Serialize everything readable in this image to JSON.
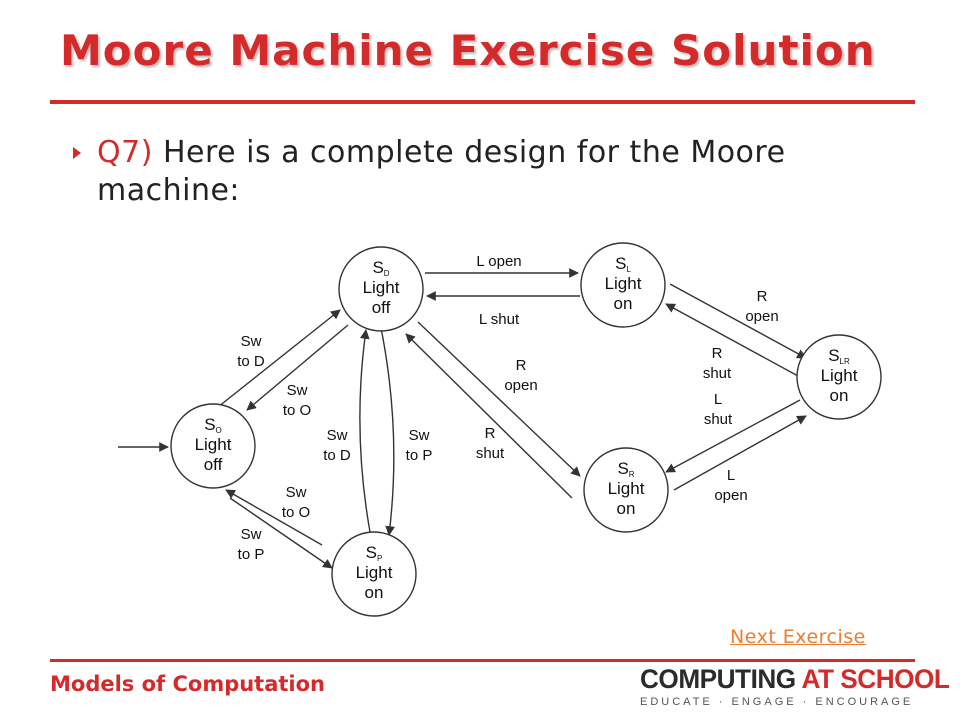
{
  "slide": {
    "title": "Moore Machine Exercise Solution",
    "question_number": "Q7)",
    "question_text": " Here is a complete design for the Moore machine:",
    "next_link": "Next Exercise",
    "footer_left": "Models of Computation"
  },
  "logo": {
    "main_a": "COMPUTING ",
    "main_b": "AT SCHOOL",
    "tagline": "EDUCATE · ENGAGE · ENCOURAGE"
  },
  "colors": {
    "accent": "#d42a2a",
    "link": "#ec7d2f",
    "text": "#222222"
  },
  "diagram": {
    "states": {
      "d": {
        "letter": "S",
        "sub": "D",
        "line1": "Light",
        "line2": "off"
      },
      "o": {
        "letter": "S",
        "sub": "O",
        "line1": "Light",
        "line2": "off"
      },
      "p": {
        "letter": "S",
        "sub": "P",
        "line1": "Light",
        "line2": "on"
      },
      "l": {
        "letter": "S",
        "sub": "L",
        "line1": "Light",
        "line2": "on"
      },
      "r": {
        "letter": "S",
        "sub": "R",
        "line1": "Light",
        "line2": "on"
      },
      "lr": {
        "letter": "S",
        "sub": "LR",
        "line1": "Light",
        "line2": "on"
      }
    },
    "transitions": {
      "d_to_l": {
        "line1": "L open"
      },
      "l_to_d": {
        "line1": "L shut"
      },
      "o_to_d": {
        "line1": "Sw",
        "line2": "to D"
      },
      "d_to_o": {
        "line1": "Sw",
        "line2": "to O"
      },
      "p_to_d": {
        "line1": "Sw",
        "line2": "to D"
      },
      "d_to_p": {
        "line1": "Sw",
        "line2": "to P"
      },
      "o_to_p": {
        "line1": "Sw",
        "line2": "to P"
      },
      "p_to_o": {
        "line1": "Sw",
        "line2": "to O"
      },
      "d_to_r": {
        "line1": "R",
        "line2": "open"
      },
      "r_to_d": {
        "line1": "R",
        "line2": "shut"
      },
      "l_to_lr": {
        "line1": "R",
        "line2": "open"
      },
      "lr_to_l": {
        "line1": "R",
        "line2": "shut"
      },
      "lr_to_r": {
        "line1": "L",
        "line2": "shut"
      },
      "r_to_lr": {
        "line1": "L",
        "line2": "open"
      }
    }
  }
}
